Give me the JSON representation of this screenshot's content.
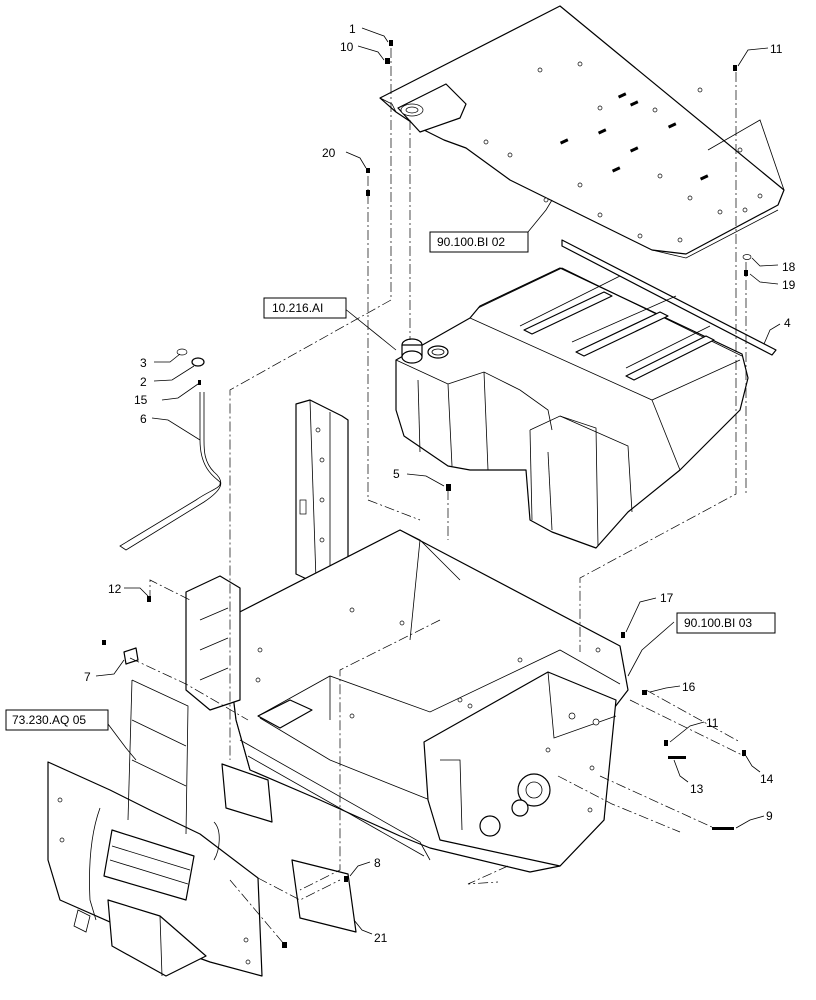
{
  "figure": {
    "title": "",
    "callouts": [
      {
        "id": "c1",
        "text": "1"
      },
      {
        "id": "c10",
        "text": "10"
      },
      {
        "id": "c11a",
        "text": "11"
      },
      {
        "id": "c20",
        "text": "20"
      },
      {
        "id": "c18",
        "text": "18"
      },
      {
        "id": "c19",
        "text": "19"
      },
      {
        "id": "c4",
        "text": "4"
      },
      {
        "id": "c3",
        "text": "3"
      },
      {
        "id": "c2",
        "text": "2"
      },
      {
        "id": "c15",
        "text": "15"
      },
      {
        "id": "c6",
        "text": "6"
      },
      {
        "id": "c5",
        "text": "5"
      },
      {
        "id": "c12",
        "text": "12"
      },
      {
        "id": "c17",
        "text": "17"
      },
      {
        "id": "c7",
        "text": "7"
      },
      {
        "id": "c16",
        "text": "16"
      },
      {
        "id": "c11b",
        "text": "11"
      },
      {
        "id": "c13",
        "text": "13"
      },
      {
        "id": "c14",
        "text": "14"
      },
      {
        "id": "c9",
        "text": "9"
      },
      {
        "id": "c8",
        "text": "8"
      },
      {
        "id": "c21",
        "text": "21"
      }
    ],
    "references": {
      "platform": "90.100.BI 02",
      "tank": "10.216.AI",
      "frame": "90.100.BI 03",
      "ladder": "73.230.AQ 05"
    }
  }
}
